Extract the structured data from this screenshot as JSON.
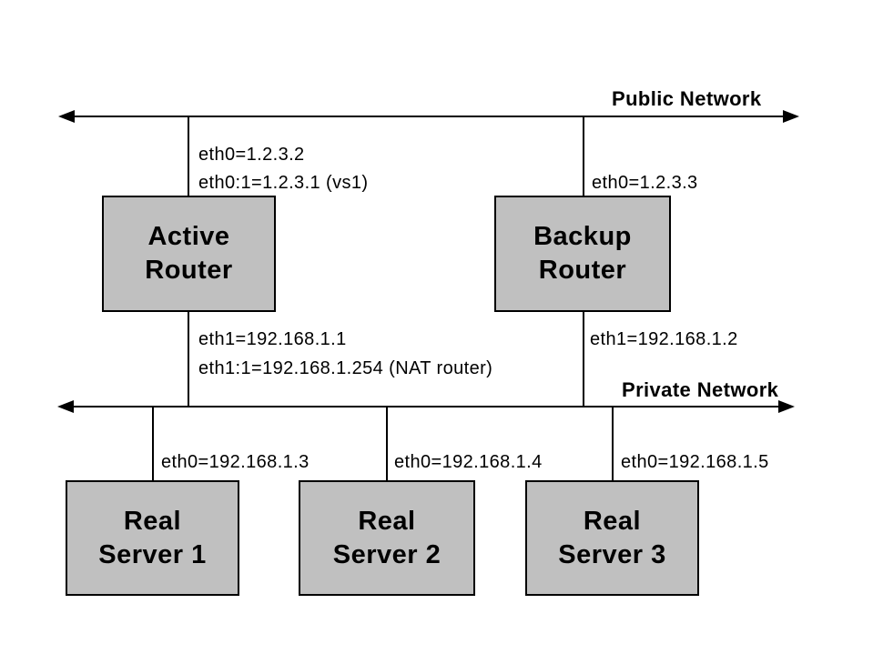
{
  "networks": {
    "public": {
      "label": "Public Network"
    },
    "private": {
      "label": "Private Network"
    }
  },
  "nodes": {
    "active_router": {
      "label": "Active\nRouter"
    },
    "backup_router": {
      "label": "Backup\nRouter"
    },
    "real_server_1": {
      "label": "Real\nServer 1"
    },
    "real_server_2": {
      "label": "Real\nServer 2"
    },
    "real_server_3": {
      "label": "Real\nServer 3"
    }
  },
  "interface_labels": {
    "active_router_eth0": "eth0=1.2.3.2",
    "active_router_eth0_alias": "eth0:1=1.2.3.1 (vs1)",
    "backup_router_eth0": "eth0=1.2.3.3",
    "active_router_eth1": "eth1=192.168.1.1",
    "active_router_eth1_alias": "eth1:1=192.168.1.254 (NAT router)",
    "backup_router_eth1": "eth1=192.168.1.2",
    "real_server_1_eth0": "eth0=192.168.1.3",
    "real_server_2_eth0": "eth0=192.168.1.4",
    "real_server_3_eth0": "eth0=192.168.1.5"
  },
  "colors": {
    "node_fill": "#c0c0c0",
    "node_border": "#000000",
    "line": "#000000",
    "background": "#ffffff",
    "text": "#000000"
  }
}
